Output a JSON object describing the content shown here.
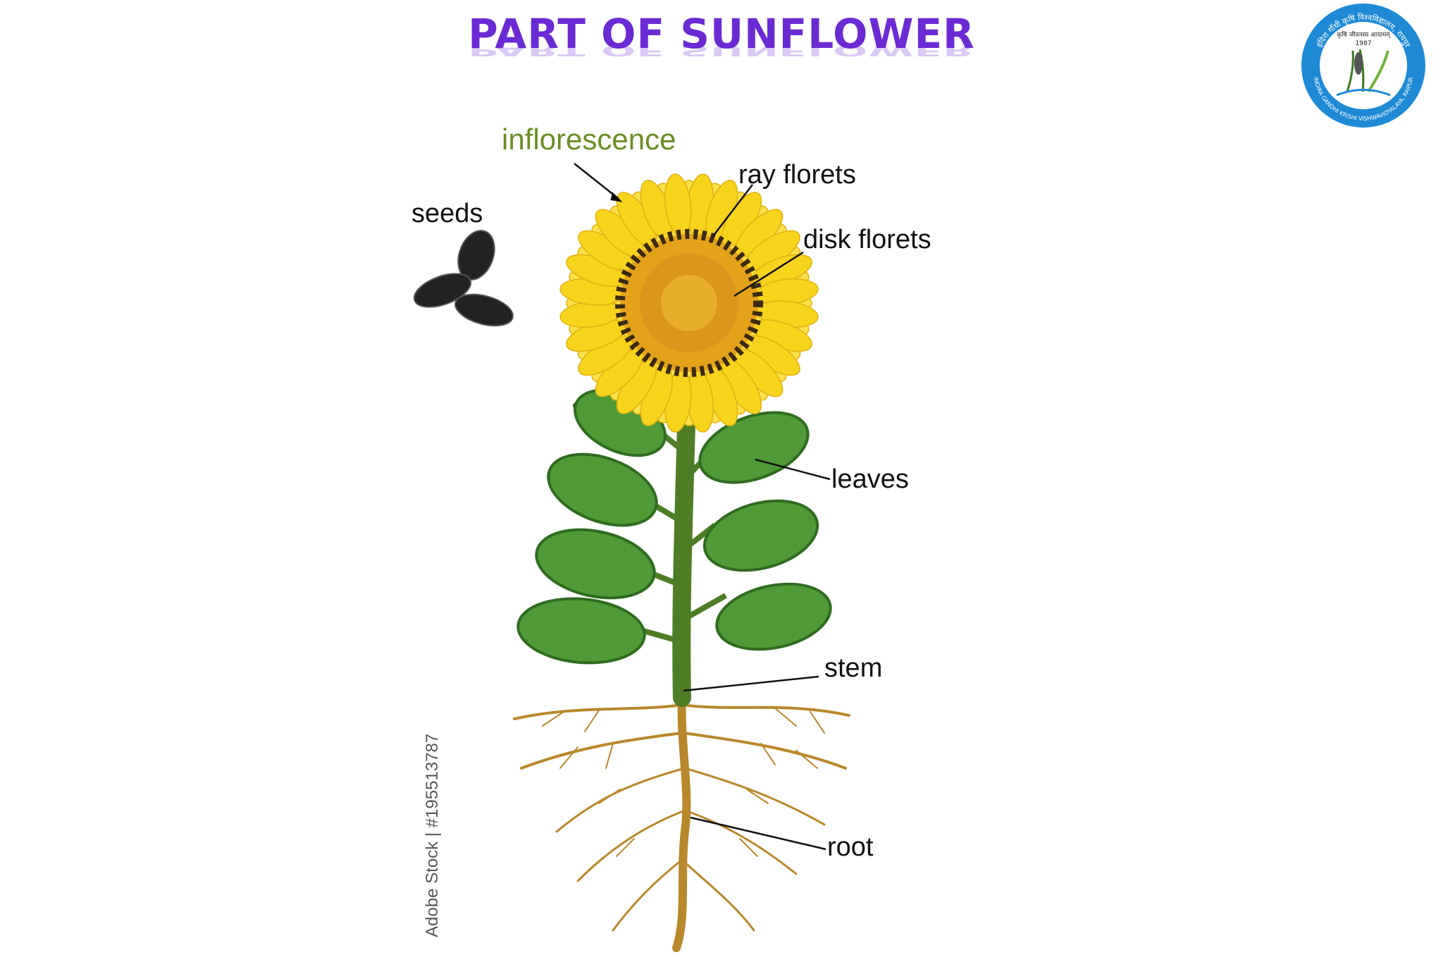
{
  "title": "PART OF SUNFLOWER",
  "colors": {
    "title": "#6a2bd4",
    "petal": "#f7d31c",
    "disk": "#e3a21a",
    "leaf": "#4f9a36",
    "stem": "#4e7d26",
    "root": "#b9872c",
    "seed": "#222222",
    "logo_ring": "#1e8ad6"
  },
  "labels": {
    "inflorescence": "inflorescence",
    "ray_florets": "ray  florets",
    "disk_florets": "disk  florets",
    "seeds": "seeds",
    "leaves": "leaves",
    "stem": "stem",
    "root": "root"
  },
  "credit": "Adobe Stock | #195513787",
  "logo": {
    "ring_text_top": "इंदिरा गाँधी कृषि विश्वविद्यालय, रायपुर",
    "ring_text_bottom": "INDIRA GANDHI KRISHI VISHWAVIDYALAYA, RAIPUR",
    "motto": "कृषि जीवनस्य आयामम्",
    "year": "1987"
  }
}
